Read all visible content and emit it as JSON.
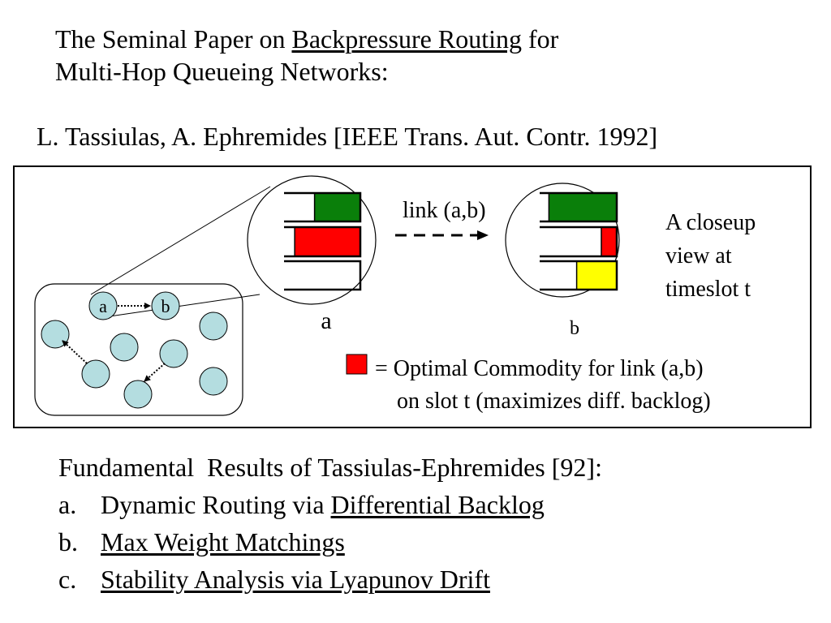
{
  "title": {
    "line1_pre": "The Seminal Paper on ",
    "line1_link": "Backpressure Routing",
    "line1_post": " for",
    "line2": "Multi-Hop Queueing Networks:"
  },
  "authors": "L. Tassiulas, A. Ephremides [IEEE Trans. Aut. Contr. 1992]",
  "diagram": {
    "network_node_a": "a",
    "network_node_b": "b",
    "closeup_label_a": "a",
    "closeup_label_b": "b",
    "link_label": "link (a,b)",
    "closeup_caption": [
      "A closeup",
      "view at",
      "timeslot t"
    ],
    "legend_line1": "= Optimal Commodity for link (a,b)",
    "legend_line2": "on slot t (maximizes diff. backlog)",
    "colors": {
      "green": "#0a7f0a",
      "red": "#ff0000",
      "yellow": "#ffff00",
      "node_fill": "#b4dde0"
    },
    "queue_levels_a": {
      "green": 0.6,
      "red": 0.86,
      "white": 0.0
    },
    "queue_levels_b": {
      "green": 0.88,
      "red": 0.2,
      "yellow": 0.52
    }
  },
  "results": {
    "heading": "Fundamental  Results of Tassiulas-Ephremides [92]:",
    "items": [
      {
        "marker": "a.",
        "pre": "Dynamic Routing via ",
        "link": "Differential Backlog"
      },
      {
        "marker": "b.",
        "pre": "",
        "link": "Max Weight Matchings"
      },
      {
        "marker": "c.",
        "pre": "",
        "link": "Stability Analysis via Lyapunov Drift"
      }
    ]
  }
}
